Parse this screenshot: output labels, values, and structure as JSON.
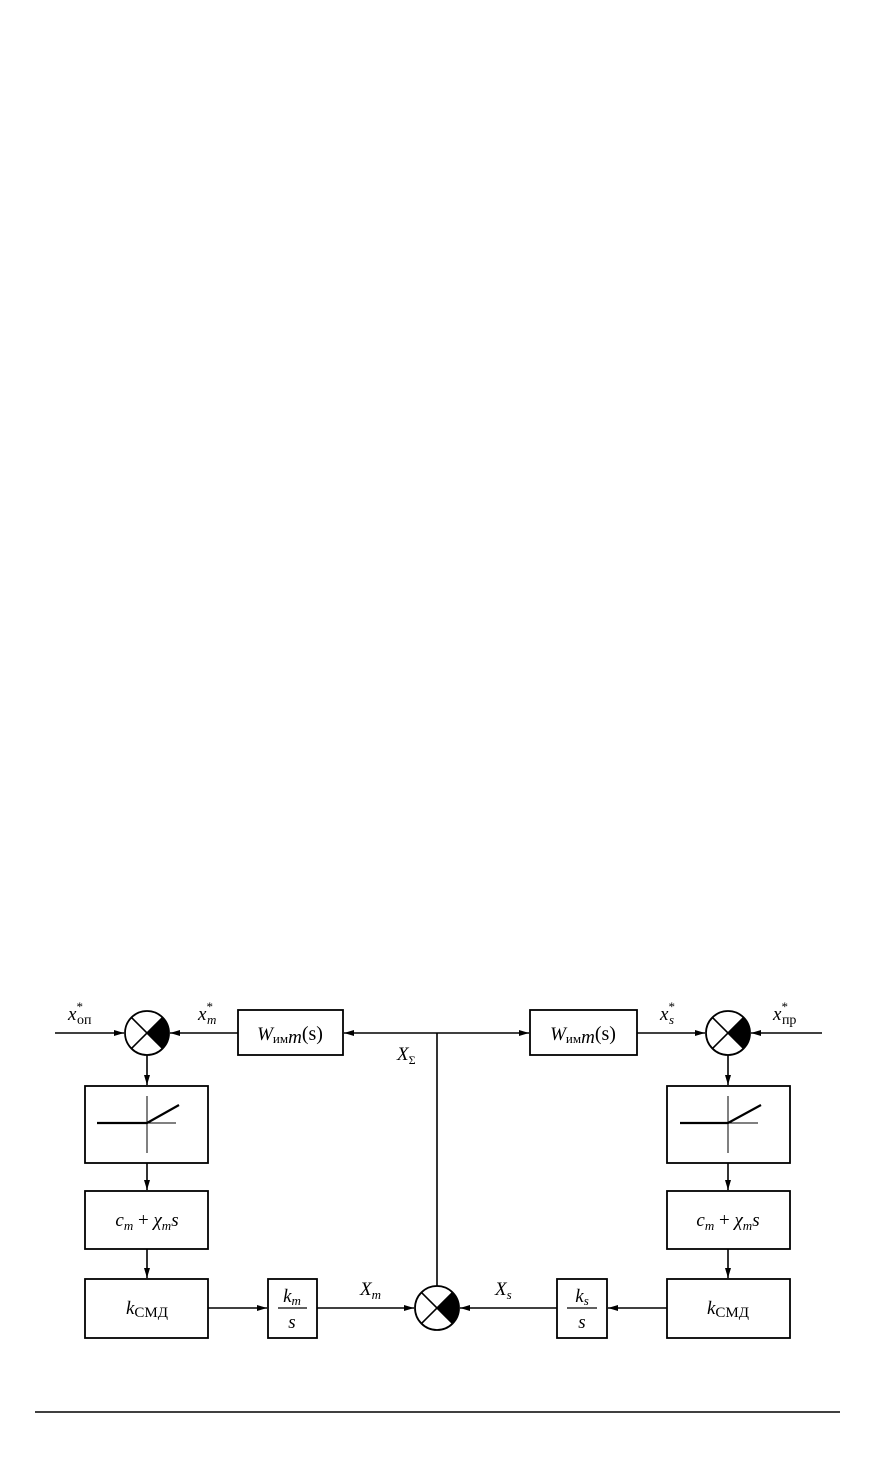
{
  "diagram": {
    "signals": {
      "x_op": {
        "base": "x",
        "sup": "*",
        "sub": "оп"
      },
      "x_m": {
        "base": "x",
        "sup": "*",
        "sub": "m"
      },
      "x_s": {
        "base": "x",
        "sup": "*",
        "sub": "s"
      },
      "x_pr": {
        "base": "x",
        "sup": "*",
        "sub": "пр"
      },
      "X_sigma": {
        "base": "X",
        "sub": "Σ"
      },
      "X_m": {
        "base": "X",
        "sub": "m"
      },
      "X_s": {
        "base": "X",
        "sub": "s"
      }
    },
    "blocks": {
      "w_left": {
        "base": "W",
        "sub_up": "им",
        "sub_it": "m",
        "arg": "(s)"
      },
      "w_right": {
        "base": "W",
        "sub_up": "им",
        "sub_it": "m",
        "arg": "(s)"
      },
      "c_left": {
        "c": "c",
        "c_sub": "m",
        "plus": " + ",
        "chi": "χ",
        "chi_sub": "m",
        "s": "s"
      },
      "c_right": {
        "c": "c",
        "c_sub": "m",
        "plus": " + ",
        "chi": "χ",
        "chi_sub": "m",
        "s": "s"
      },
      "k_left": {
        "base": "k",
        "sub": "СМД"
      },
      "k_right": {
        "base": "k",
        "sub": "СМД"
      },
      "int_left": {
        "num": "k",
        "num_sub": "m",
        "den": "s"
      },
      "int_right": {
        "num": "k",
        "num_sub": "s",
        "den": "s"
      }
    }
  }
}
